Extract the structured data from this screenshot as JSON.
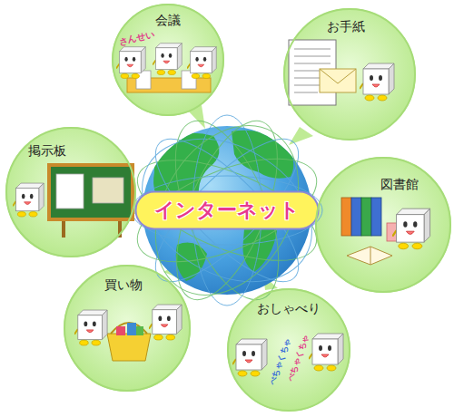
{
  "diagram": {
    "nodes": [
      {
        "text": [
          "会議"
        ]
      },
      {
        "text": [
          "お手紙"
        ]
      },
      {
        "text": [
          "掲示板"
        ]
      },
      {
        "text": [
          "インターネット"
        ]
      },
      {
        "text": [
          "図書館"
        ]
      },
      {
        "text": [
          "買い物"
        ]
      },
      {
        "text": [
          "おしゃべり"
        ]
      }
    ],
    "labels": [
      "さんせい",
      "ぺちゃくちゃ",
      "ぺちゃくちゃ"
    ]
  }
}
